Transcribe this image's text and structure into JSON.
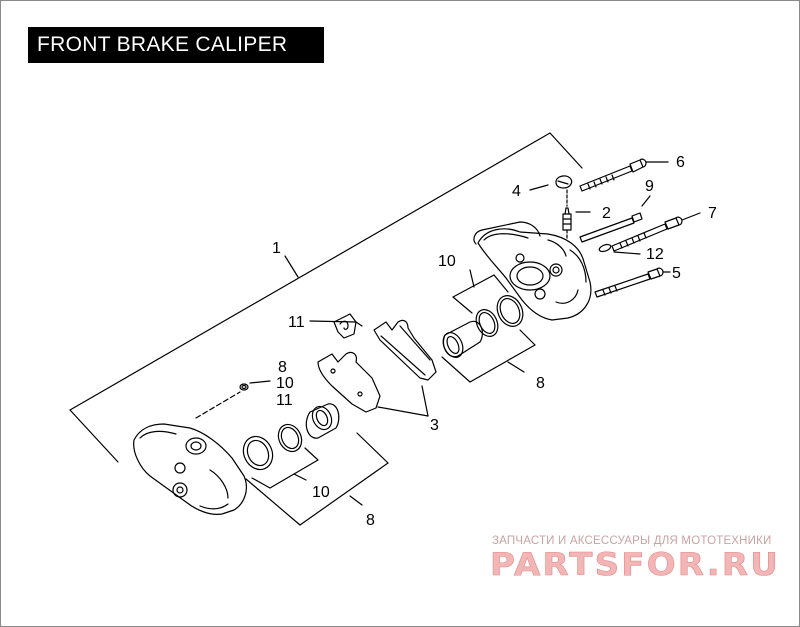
{
  "title": "FRONT BRAKE CALIPER",
  "callouts": {
    "c1": "1",
    "c2": "2",
    "c3": "3",
    "c4": "4",
    "c5": "5",
    "c6": "6",
    "c7": "7",
    "c8_top": "8",
    "c8_right": "8",
    "c8_bottom": "8",
    "c9": "9",
    "c10_top": "10",
    "c10_left": "10",
    "c10_bottom": "10",
    "c11_left": "11",
    "c11_mid": "11",
    "c12": "12"
  },
  "watermark": {
    "tagline": "ЗАПЧАСТИ И АКСЕССУАРЫ ДЛЯ МОТОТЕХНИКИ",
    "brand": "PARTSFOR.RU"
  },
  "colors": {
    "line": "#000000",
    "watermark_fill": "#f3b6b6",
    "watermark_text": "#c8a3a3"
  }
}
